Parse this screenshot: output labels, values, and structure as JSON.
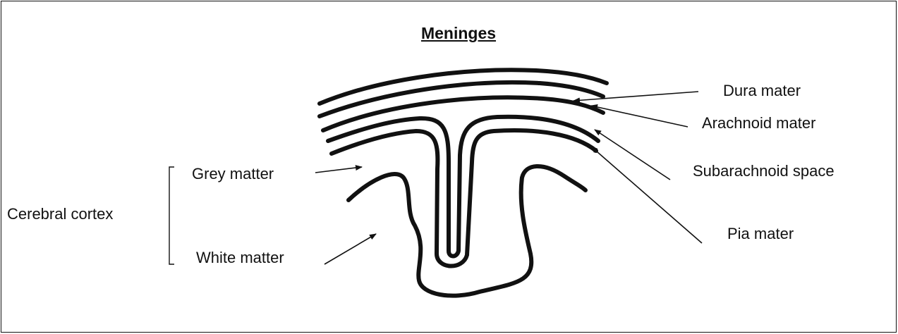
{
  "diagram": {
    "title": "Meninges",
    "labels": {
      "dura_mater": "Dura mater",
      "arachnoid_mater": "Arachnoid mater",
      "subarachnoid_space": "Subarachnoid space",
      "pia_mater": "Pia mater",
      "grey_matter": "Grey matter",
      "white_matter": "White matter",
      "cerebral_cortex": "Cerebral cortex"
    },
    "colors": {
      "stroke": "#111111",
      "background": "#ffffff"
    }
  }
}
